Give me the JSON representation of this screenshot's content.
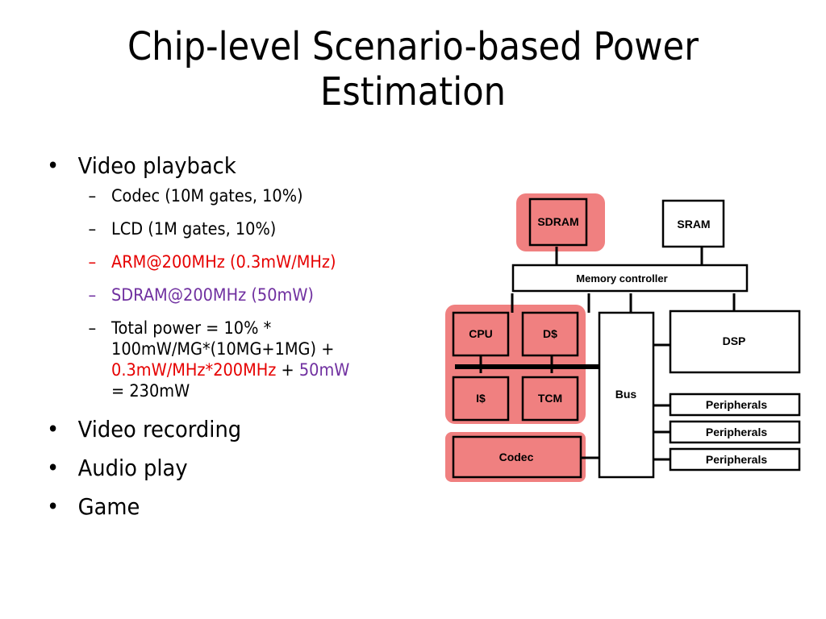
{
  "title": {
    "line1": "Chip-level Scenario-based Power",
    "line2": "Estimation"
  },
  "bullets": {
    "video_playback": "Video playback",
    "sub": {
      "codec": "Codec (10M gates, 10%)",
      "lcd": "LCD (1M gates, 10%)",
      "arm": "ARM@200MHz (0.3mW/MHz)",
      "sdram": "SDRAM@200MHz (50mW)",
      "total_1": "Total power = 10% *",
      "total_2": "100mW/MG*(10MG+1MG) +",
      "total_3a": "0.3mW/MHz*200MHz",
      "total_3b": " + ",
      "total_3c": "50mW",
      "total_4": "= 230mW"
    },
    "video_recording": "Video recording",
    "audio_play": "Audio play",
    "game": "Game"
  },
  "diagram": {
    "sdram": "SDRAM",
    "sram": "SRAM",
    "memory_controller": "Memory controller",
    "cpu": "CPU",
    "dcache": "D$",
    "icache": "I$",
    "tcm": "TCM",
    "bus": "Bus",
    "dsp": "DSP",
    "peripherals_1": "Peripherals",
    "peripherals_2": "Peripherals",
    "peripherals_3": "Peripherals",
    "codec": "Codec"
  },
  "colors": {
    "highlight": "#f08080",
    "arm_text": "#e60000",
    "sdram_text": "#7030a0"
  }
}
